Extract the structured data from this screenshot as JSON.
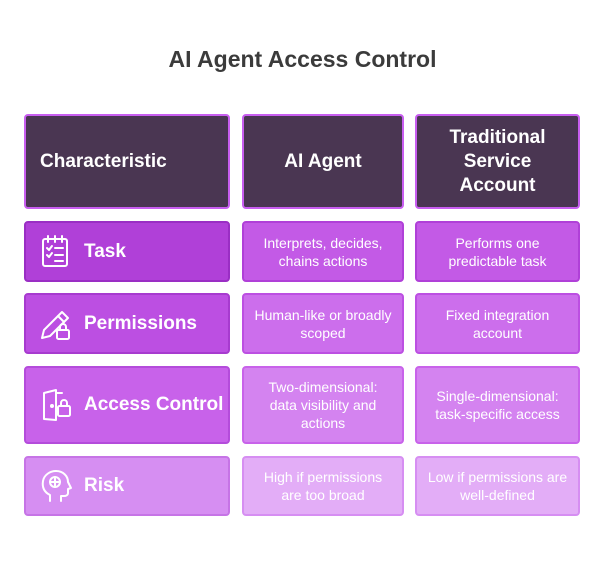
{
  "title": "AI Agent Access Control",
  "headers": [
    "Characteristic",
    "AI Agent",
    "Traditional Service Account"
  ],
  "rows": [
    {
      "label": "Task",
      "icon": "checklist-icon",
      "ai": "Interprets, decides, chains actions",
      "trad": "Performs one predictable task"
    },
    {
      "label": "Permissions",
      "icon": "pencil-lock-icon",
      "ai": "Human-like or broadly scoped",
      "trad": "Fixed integration account"
    },
    {
      "label": "Access Control",
      "icon": "door-lock-icon",
      "ai": "Two-dimensional: data visibility and actions",
      "trad": "Single-dimensional: task-specific access"
    },
    {
      "label": "Risk",
      "icon": "head-brain-icon",
      "ai": "High if permissions are too broad",
      "trad": "Low if permissions are well-defined"
    }
  ]
}
